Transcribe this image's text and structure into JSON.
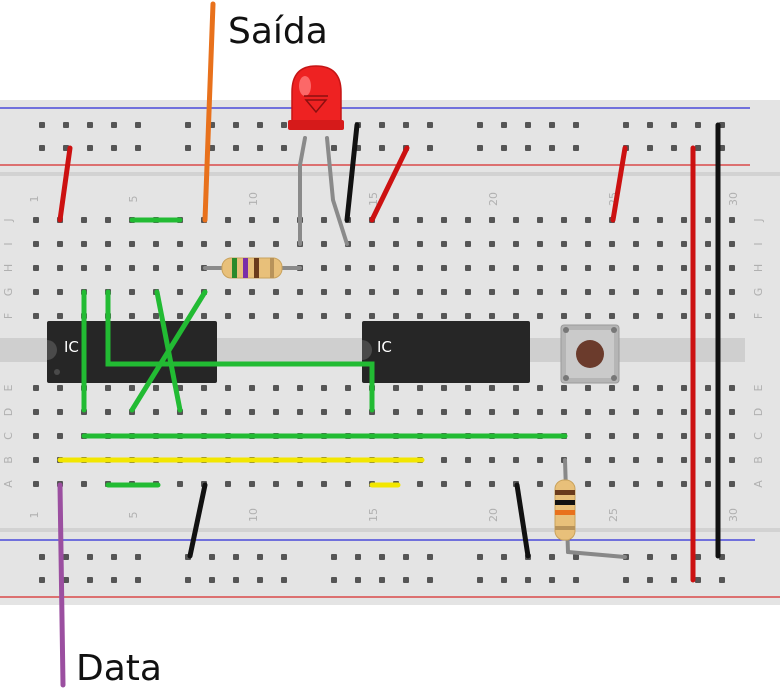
{
  "labels": {
    "output": "Saída",
    "data": "Data"
  },
  "breadboard": {
    "column_numbers": [
      "1",
      "5",
      "10",
      "15",
      "20",
      "25",
      "30"
    ],
    "row_letters_top": [
      "J",
      "I",
      "H",
      "G",
      "F"
    ],
    "row_letters_bottom": [
      "E",
      "D",
      "C",
      "B",
      "A"
    ]
  },
  "components": {
    "ic_left_label": "IC",
    "ic_right_label": "IC"
  },
  "colors": {
    "board": "#e6e6e6",
    "rail_blue": "#2b2bd6",
    "rail_red": "#d62b2b",
    "wire_red": "#cc1111",
    "wire_black": "#111111",
    "wire_green": "#22bb33",
    "wire_yellow": "#f2e600",
    "wire_orange": "#e8711c",
    "wire_purple": "#9b4fa0",
    "led": "#ee2222",
    "ic_body": "#262626"
  }
}
